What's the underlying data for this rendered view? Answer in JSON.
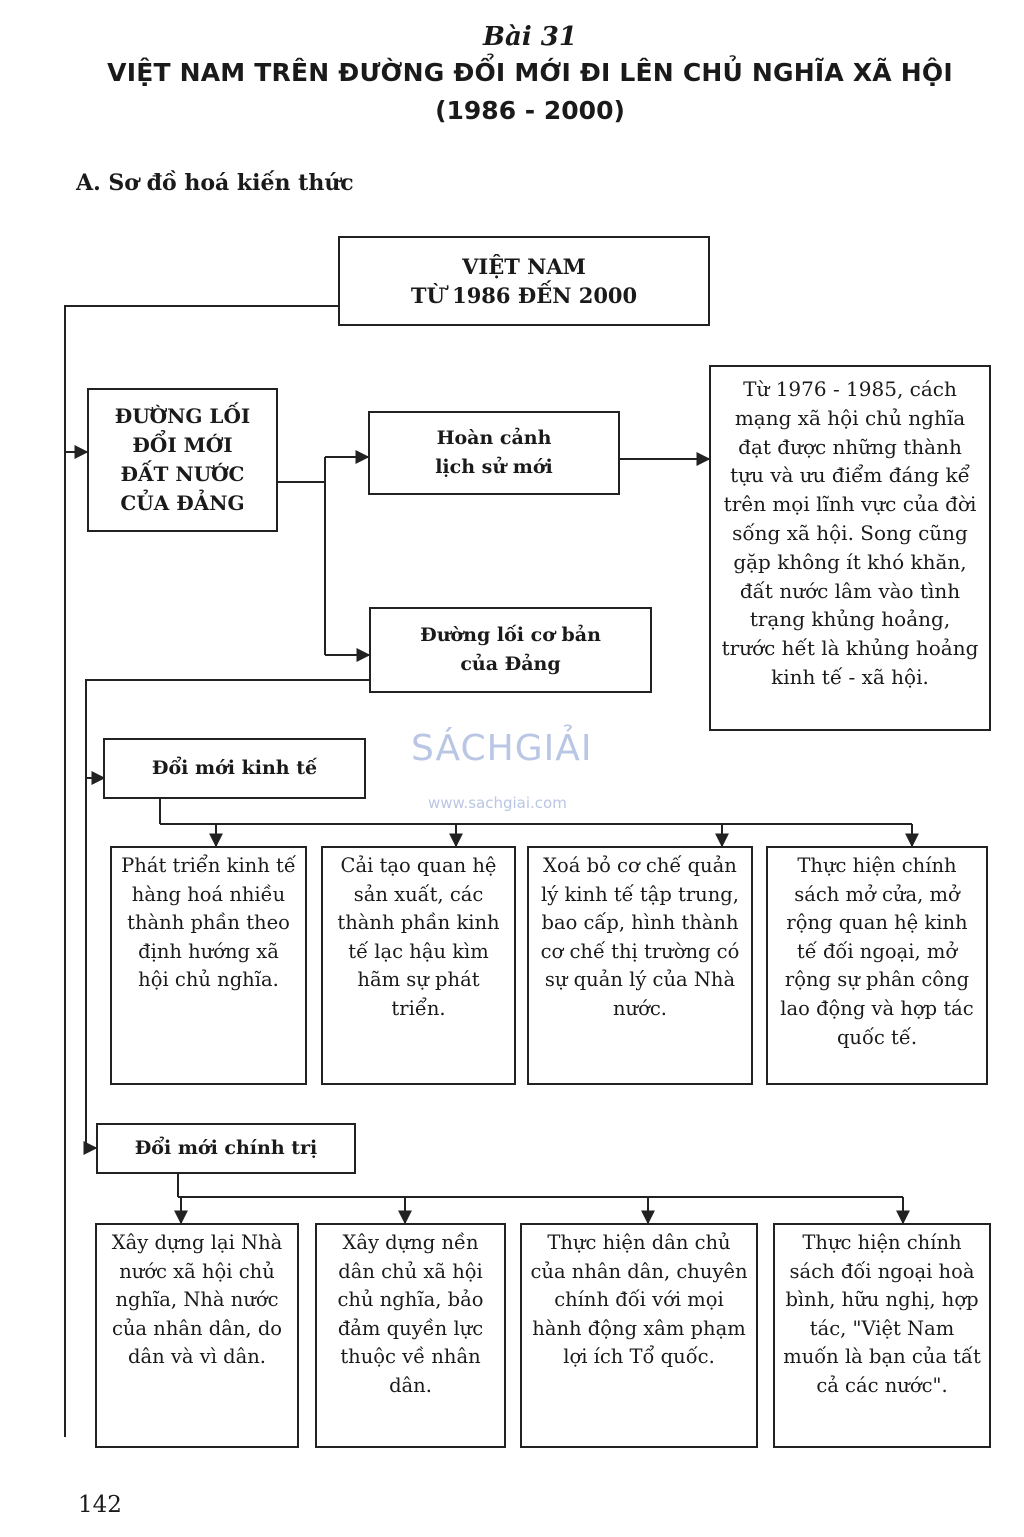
{
  "header": {
    "lesson": "Bài 31",
    "title": "VIỆT NAM TRÊN ĐƯỜNG ĐỔI MỚI ĐI LÊN CHỦ NGHĨA XÃ HỘI",
    "years": "(1986 - 2000)"
  },
  "section_heading": "A. Sơ đồ hoá kiến thức",
  "diagram": {
    "root": "VIỆT NAM\nTỪ 1986 ĐẾN 2000",
    "path": "ĐƯỜNG LỐI\nĐỔI MỚI\nĐẤT NƯỚC\nCỦA ĐẢNG",
    "context": "Hoàn cảnh\nlịch sử mới",
    "context_detail": "Từ 1976 - 1985, cách mạng xã hội chủ nghĩa đạt được những thành tựu và ưu điểm đáng kể trên mọi lĩnh vực của đời sống xã hội. Song cũng gặp không ít khó khăn, đất nước lâm vào tình trạng khủng hoảng, trước hết là khủng hoảng kinh tế - xã hội.",
    "basic_line": "Đường lối cơ bản\ncủa Đảng",
    "economic": {
      "label": "Đổi mới kinh tế",
      "items": [
        "Phát triển kinh tế hàng hoá nhiều thành phần theo định hướng xã hội chủ nghĩa.",
        "Cải tạo quan hệ sản xuất, các thành phần kinh tế lạc hậu kìm hãm sự phát triển.",
        "Xoá bỏ cơ chế quản lý kinh tế tập trung, bao cấp, hình thành cơ chế thị trường có sự quản lý của Nhà nước.",
        "Thực hiện chính sách mở cửa, mở rộng quan hệ kinh tế đối ngoại, mở rộng sự phân công lao động và hợp tác quốc tế."
      ]
    },
    "political": {
      "label": "Đổi mới chính trị",
      "items": [
        "Xây dựng lại Nhà nước xã hội chủ nghĩa, Nhà nước của nhân dân, do dân và vì dân.",
        "Xây dựng nền dân chủ xã hội chủ nghĩa, bảo đảm quyền lực thuộc về nhân dân.",
        "Thực hiện dân chủ của nhân dân, chuyên chính đối với mọi hành động xâm phạm lợi ích Tổ quốc.",
        "Thực hiện chính sách đối ngoại hoà bình, hữu nghị, hợp tác, \"Việt Nam muốn là bạn của tất cả các nước\"."
      ]
    }
  },
  "watermark": {
    "brand": "SÁCHGIẢI",
    "url": "www.sachgiai.com"
  },
  "page_number": "142",
  "colors": {
    "line": "#222222",
    "watermark": "#b9c6e4"
  }
}
